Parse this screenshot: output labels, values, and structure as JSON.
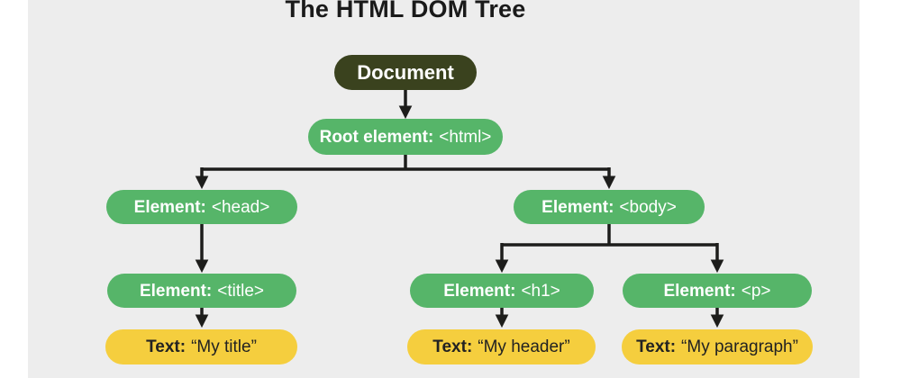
{
  "title": "The HTML DOM Tree",
  "colors": {
    "page_bg": "#FFFFFF",
    "canvas_bg": "#EDEDED",
    "document_fill": "#3A421E",
    "element_fill": "#56B569",
    "text_fill": "#F5CE3E",
    "line": "#1D1D1B"
  },
  "tree": {
    "document": {
      "label": "Document"
    },
    "root": {
      "bold": "Root element:",
      "value": "<html>"
    },
    "head": {
      "bold": "Element:",
      "value": "<head>"
    },
    "body": {
      "bold": "Element:",
      "value": "<body>"
    },
    "title_el": {
      "bold": "Element:",
      "value": "<title>"
    },
    "h1": {
      "bold": "Element:",
      "value": "<h1>"
    },
    "p": {
      "bold": "Element:",
      "value": "<p>"
    },
    "text_title": {
      "bold": "Text:",
      "value": "“My title”"
    },
    "text_header": {
      "bold": "Text:",
      "value": "“My header”"
    },
    "text_paragraph": {
      "bold": "Text:",
      "value": "“My paragraph”"
    }
  }
}
